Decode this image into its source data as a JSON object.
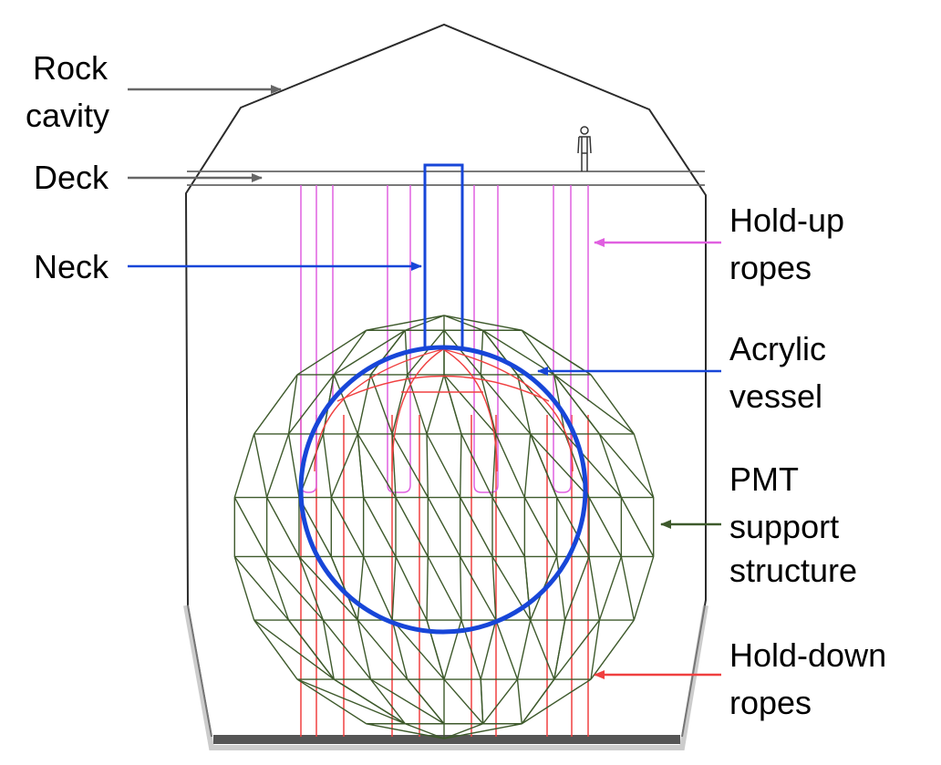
{
  "labels": {
    "rock_cavity": [
      "Rock",
      "cavity"
    ],
    "deck": "Deck",
    "neck": "Neck",
    "hold_up_ropes": [
      "Hold-up",
      "ropes"
    ],
    "acrylic_vessel": [
      "Acrylic",
      "vessel"
    ],
    "pmt_support_structure": [
      "PMT",
      "support",
      "structure"
    ],
    "hold_down_ropes": [
      "Hold-down",
      "ropes"
    ]
  },
  "colors": {
    "cavity_outline": "#2a2a2a",
    "cavity_floor": "#555555",
    "deck": "#666666",
    "neck_and_vessel": "#1746d8",
    "hold_up_ropes": "#e060e0",
    "hold_down_ropes": "#f04040",
    "pmt_structure": "#3e5a2c",
    "gray_arrow": "#666666",
    "human_icon": "#333333"
  },
  "icons": [
    "human-figure-icon"
  ]
}
